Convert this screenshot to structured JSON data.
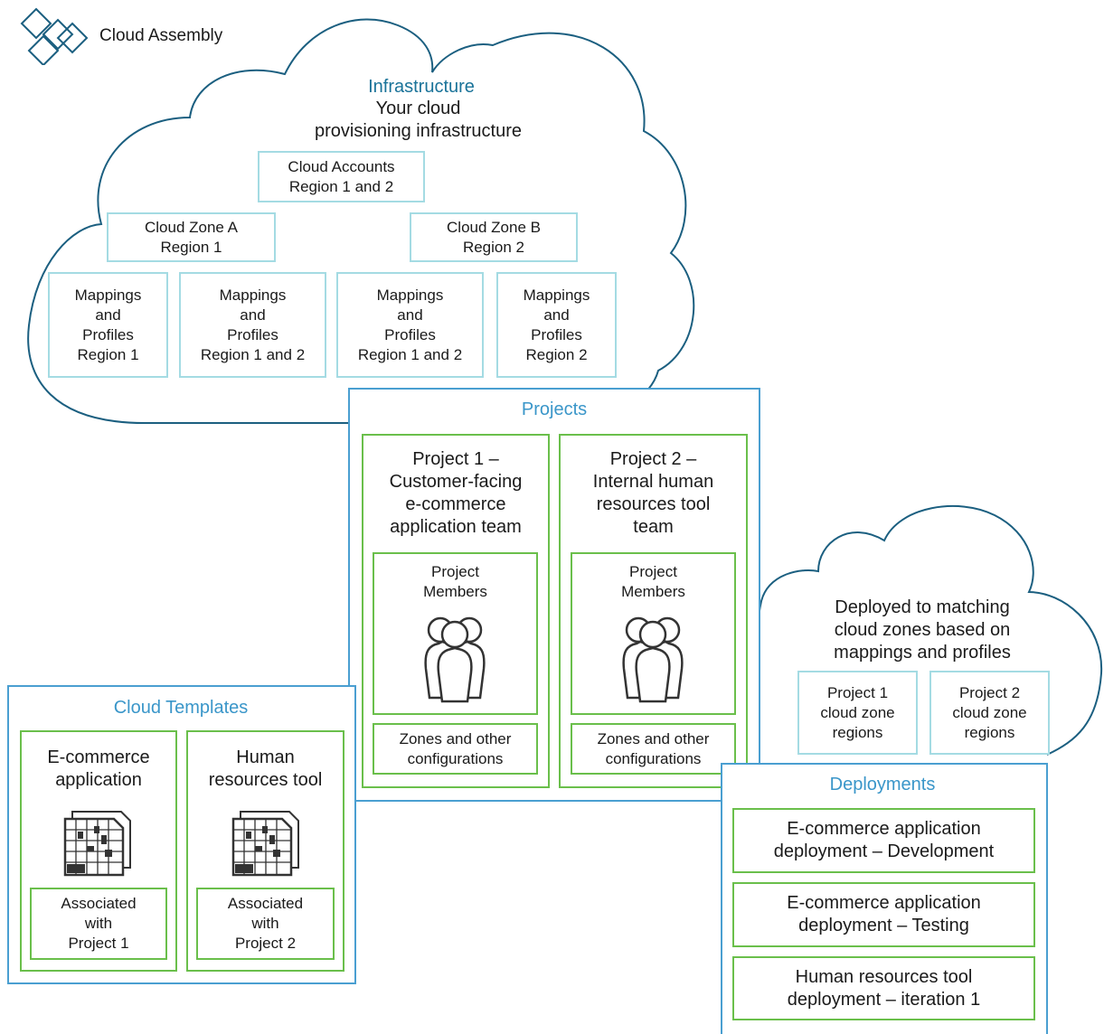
{
  "app": {
    "title": "Cloud Assembly",
    "logo_icon": "cloud-assembly-diamond-logo-icon"
  },
  "colors": {
    "cloud_outline": "#1b5f80",
    "heading_blue": "#3a96c9",
    "infra_heading": "#1a7399",
    "teal_border": "#a4dbe3",
    "blue_border": "#4a9fd1",
    "green_border": "#6abf4b"
  },
  "infrastructure": {
    "heading": "Infrastructure",
    "subtitle": "Your cloud\nprovisioning infrastructure",
    "cloud_accounts": "Cloud Accounts\nRegion 1 and 2",
    "zone_a": "Cloud Zone A\nRegion 1",
    "zone_b": "Cloud Zone B\nRegion 2",
    "mappings": [
      "Mappings\nand\nProfiles\nRegion 1",
      "Mappings\nand\nProfiles\nRegion 1 and 2",
      "Mappings\nand\nProfiles\nRegion 1 and 2",
      "Mappings\nand\nProfiles\nRegion 2"
    ]
  },
  "projects": {
    "heading": "Projects",
    "items": [
      {
        "title": "Project 1 –\nCustomer-facing\ne-commerce\napplication team",
        "members": "Project\nMembers",
        "members_icon": "people-group-icon",
        "zones": "Zones and other\nconfigurations"
      },
      {
        "title": "Project 2 –\nInternal human\nresources tool\nteam",
        "members": "Project\nMembers",
        "members_icon": "people-group-icon",
        "zones": "Zones and other\nconfigurations"
      }
    ]
  },
  "deployed_cloud": {
    "text": "Deployed to matching\ncloud zones based on\nmappings and profiles",
    "regions": [
      "Project 1\ncloud zone\nregions",
      "Project 2\ncloud zone\nregions"
    ]
  },
  "cloud_templates": {
    "heading": "Cloud Templates",
    "items": [
      {
        "title": "E-commerce\napplication",
        "icon": "blueprint-document-icon",
        "assoc": "Associated\nwith\nProject 1"
      },
      {
        "title": "Human\nresources tool",
        "icon": "blueprint-document-icon",
        "assoc": "Associated\nwith\nProject 2"
      }
    ]
  },
  "deployments": {
    "heading": "Deployments",
    "items": [
      "E-commerce application\ndeployment – Development",
      "E-commerce application\ndeployment – Testing",
      "Human resources tool\ndeployment – iteration 1"
    ]
  }
}
